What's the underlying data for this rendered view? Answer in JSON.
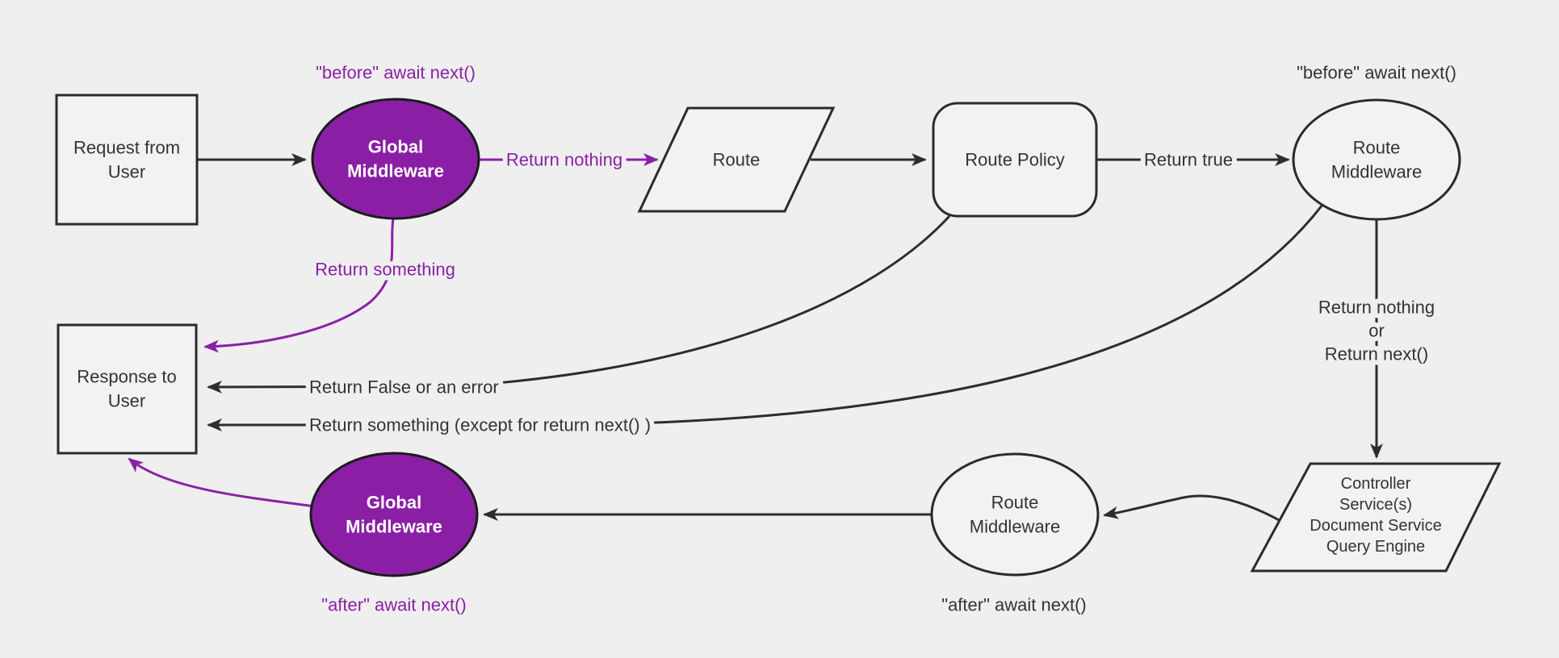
{
  "diagram": {
    "background": "#efefef",
    "colors": {
      "purple_fill": "#8a1fa6",
      "purple_line": "#8b21a5",
      "dark_line": "#2d2d2d",
      "node_fill": "#f2f2f2",
      "text_dark": "#333333",
      "text_white": "#ffffff"
    },
    "nodes": {
      "request": {
        "line1": "Request from",
        "line2": "User"
      },
      "global_mw_top": {
        "line1": "Global",
        "line2": "Middleware"
      },
      "route": {
        "label": "Route"
      },
      "route_policy": {
        "label": "Route Policy"
      },
      "route_mw_top": {
        "line1": "Route",
        "line2": "Middleware"
      },
      "controller": {
        "line1": "Controller",
        "line2": "Service(s)",
        "line3": "Document Service",
        "line4": "Query Engine"
      },
      "route_mw_bottom": {
        "line1": "Route",
        "line2": "Middleware"
      },
      "global_mw_bottom": {
        "line1": "Global",
        "line2": "Middleware"
      },
      "response": {
        "line1": "Response to",
        "line2": "User"
      }
    },
    "labels": {
      "before_top": "\"before\" await next()",
      "before_right": "\"before\" await next()",
      "return_nothing": "Return nothing",
      "return_true": "Return true",
      "return_stack_1": "Return nothing",
      "return_stack_2": "or",
      "return_stack_3": "Return next()",
      "after_right": "\"after\" await next()",
      "after_left": "\"after\" await next()",
      "return_something": "Return something",
      "return_false": "Return False or an error",
      "return_something_except": "Return something (except for return next() )"
    }
  }
}
